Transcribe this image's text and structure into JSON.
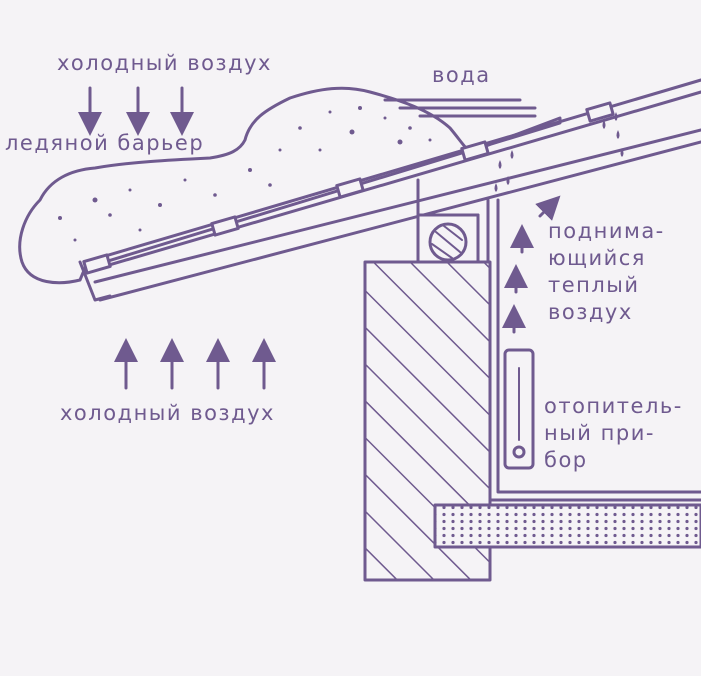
{
  "colors": {
    "ink": "#6f5a8f",
    "paper": "#f5f3f6"
  },
  "labels": {
    "cold_air_top": "холодный воздух",
    "ice_barrier": "ледяной барьер",
    "water": "вода",
    "rising_warm_air": [
      "поднима-",
      "ющийся",
      "теплый",
      "воздух"
    ],
    "cold_air_bottom": "холодный воздух",
    "heater": [
      "отопитель-",
      "ный при-",
      "бор"
    ]
  }
}
